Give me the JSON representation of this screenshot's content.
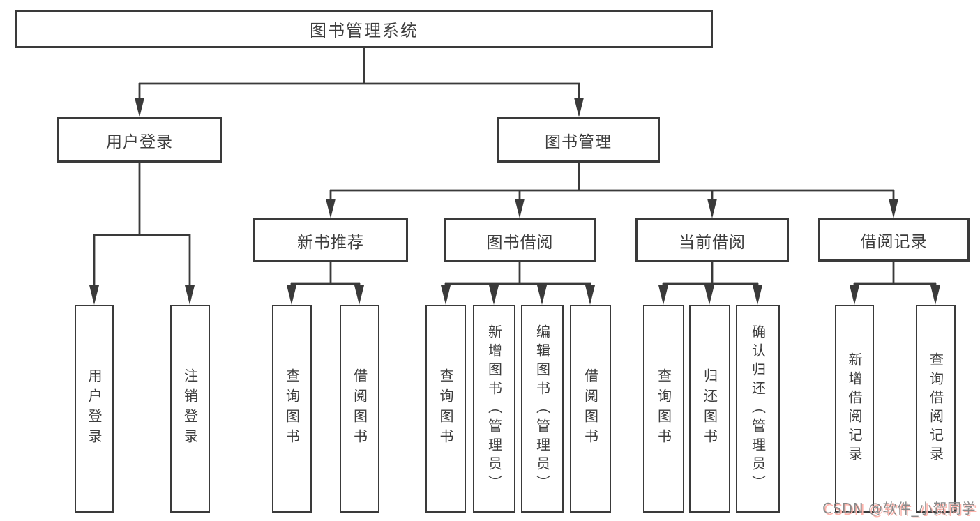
{
  "colors": {
    "background": "#ffffff",
    "line": "#3a3a3a",
    "box_border": "#3a3a3a",
    "text": "#3d3d3d",
    "watermark_text": "#8a8a8a",
    "watermark_shadow": "#ffb4ac"
  },
  "watermark": {
    "text": "CSDN @软件_小贺同学"
  },
  "tree": {
    "label": "图书管理系统",
    "children": [
      {
        "label": "用户登录",
        "children": [
          {
            "label": "用户登录"
          },
          {
            "label": "注销登录"
          }
        ]
      },
      {
        "label": "图书管理",
        "children": [
          {
            "label": "新书推荐",
            "children": [
              {
                "label": "查询图书"
              },
              {
                "label": "借阅图书"
              }
            ]
          },
          {
            "label": "图书借阅",
            "children": [
              {
                "label": "查询图书"
              },
              {
                "label": "新增图书（管理员）"
              },
              {
                "label": "编辑图书（管理员）"
              },
              {
                "label": "借阅图书"
              }
            ]
          },
          {
            "label": "当前借阅",
            "children": [
              {
                "label": "查询图书"
              },
              {
                "label": "归还图书"
              },
              {
                "label": "确认归还（管理员）"
              }
            ]
          },
          {
            "label": "借阅记录",
            "children": [
              {
                "label": "新增借阅记录"
              },
              {
                "label": "查询借阅记录"
              }
            ]
          }
        ]
      }
    ]
  }
}
